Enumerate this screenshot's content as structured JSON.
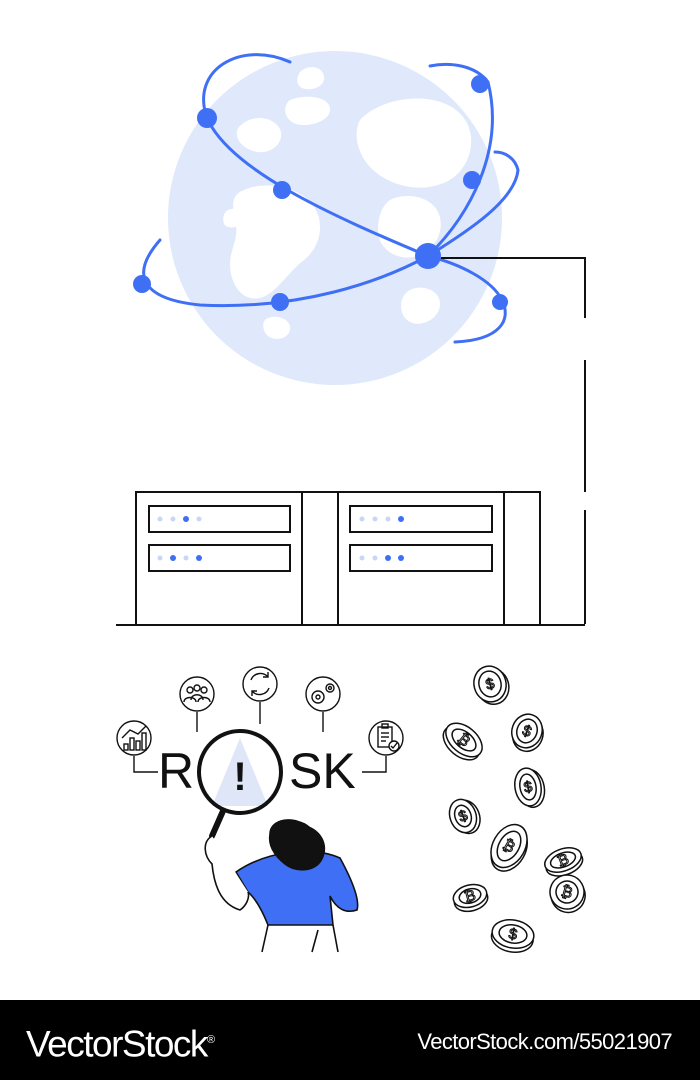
{
  "illustration": {
    "risk_word": {
      "left": "R",
      "middle": "!",
      "right": "SK"
    },
    "icons": [
      "bar-chart-icon",
      "team-icon",
      "refresh-icon",
      "gears-icon",
      "clipboard-check-icon"
    ],
    "coin_glyphs": [
      "$",
      "₿"
    ],
    "colors": {
      "accent": "#3f6ff5",
      "globe": "#dfe9fb",
      "line": "#111111",
      "warning": "#dfe6f7"
    }
  },
  "footer": {
    "brand": "VectorStock",
    "brand_mark": "®",
    "stock_id": "VectorStock.com/55021907"
  }
}
